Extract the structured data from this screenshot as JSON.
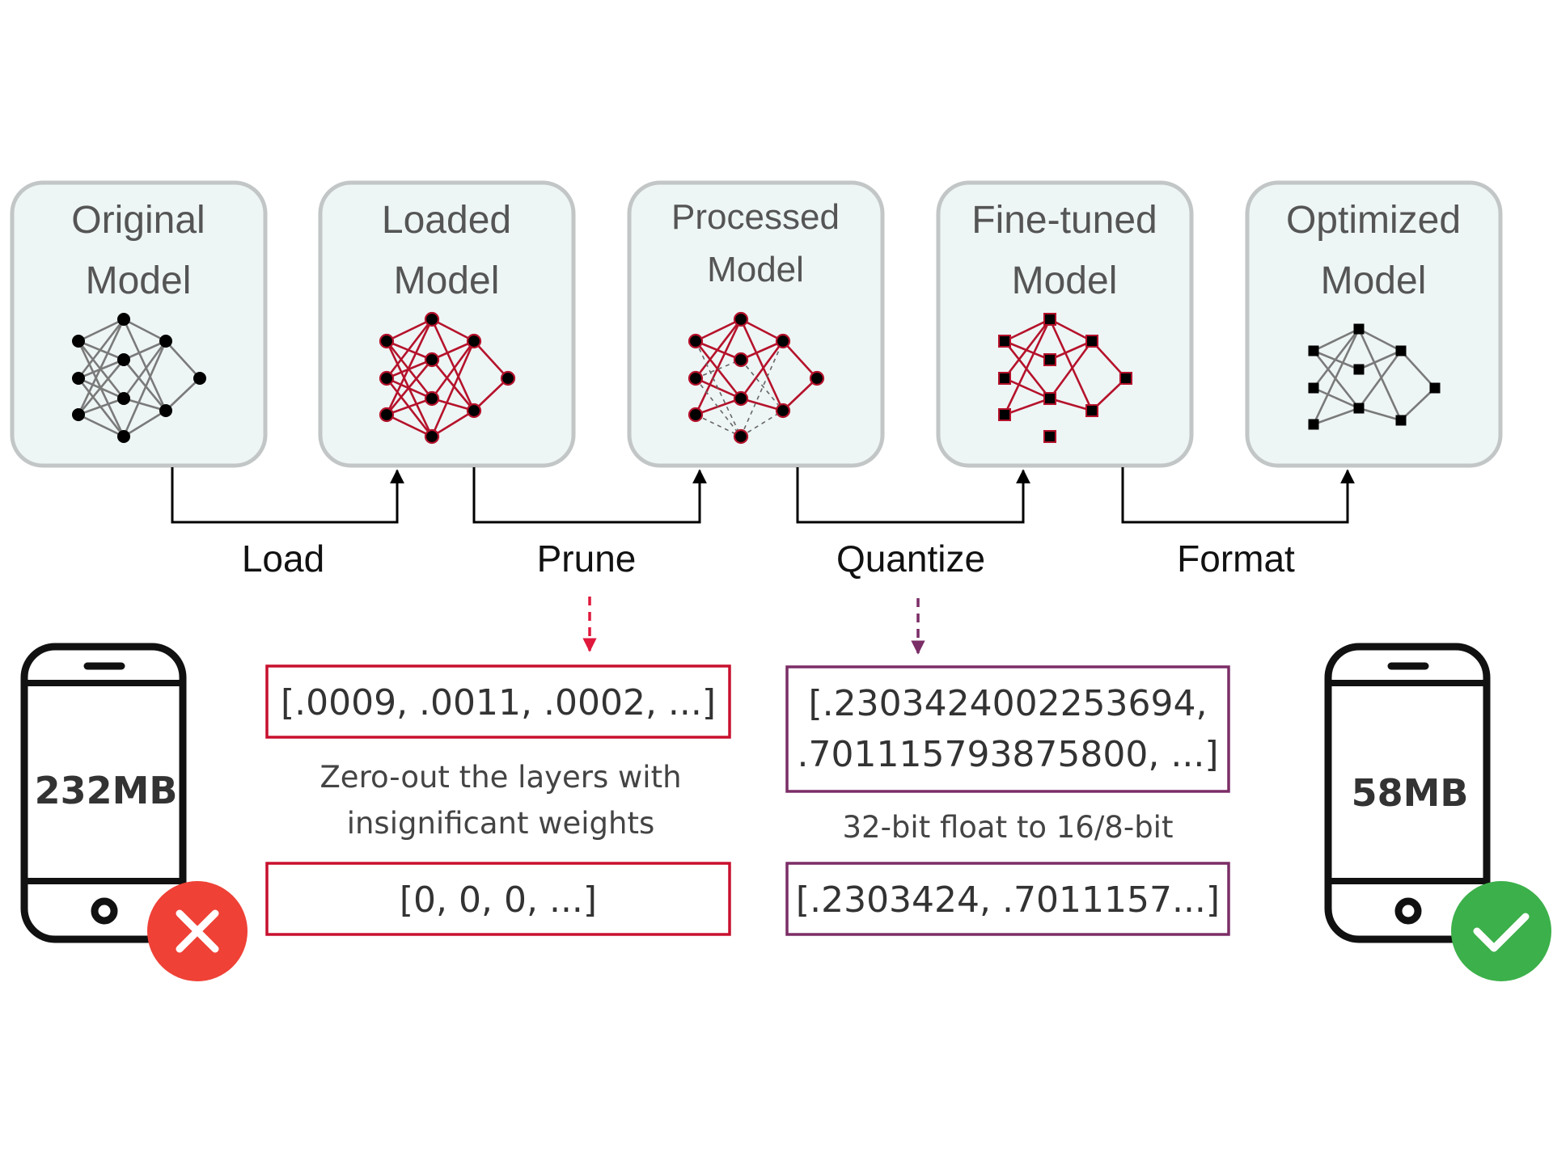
{
  "stages": [
    {
      "line1": "Original",
      "line2": "Model"
    },
    {
      "line1": "Loaded",
      "line2": "Model"
    },
    {
      "line1": "Processed",
      "line2": "Model"
    },
    {
      "line1": "Fine-tuned",
      "line2": "Model"
    },
    {
      "line1": "Optimized",
      "line2": "Model"
    }
  ],
  "steps": [
    "Load",
    "Prune",
    "Quantize",
    "Format"
  ],
  "prune": {
    "before": "[.0009, .0011, .0002, ...]",
    "caption_line1": "Zero-out the layers with",
    "caption_line2": "insignificant weights",
    "after": "[0, 0, 0, ...]"
  },
  "quantize": {
    "before_line1": "[.2303424002253694,",
    "before_line2": ".701115793875800, ...]",
    "caption": "32-bit float to 16/8-bit",
    "after": "[.2303424, .7011157...]"
  },
  "devices": {
    "before_size": "232MB",
    "after_size": "58MB"
  },
  "icons": {
    "fail": "x-mark-icon",
    "success": "check-mark-icon"
  },
  "colors": {
    "stage_fill": "#eef5f5",
    "stage_border": "#c2c6c6",
    "network_gray": "#7a7a7a",
    "network_red": "#b5122b",
    "prune_red": "#c8102e",
    "quantize_purple": "#7b2d66",
    "fail_red": "#ef4136",
    "success_green": "#3cb04a"
  }
}
